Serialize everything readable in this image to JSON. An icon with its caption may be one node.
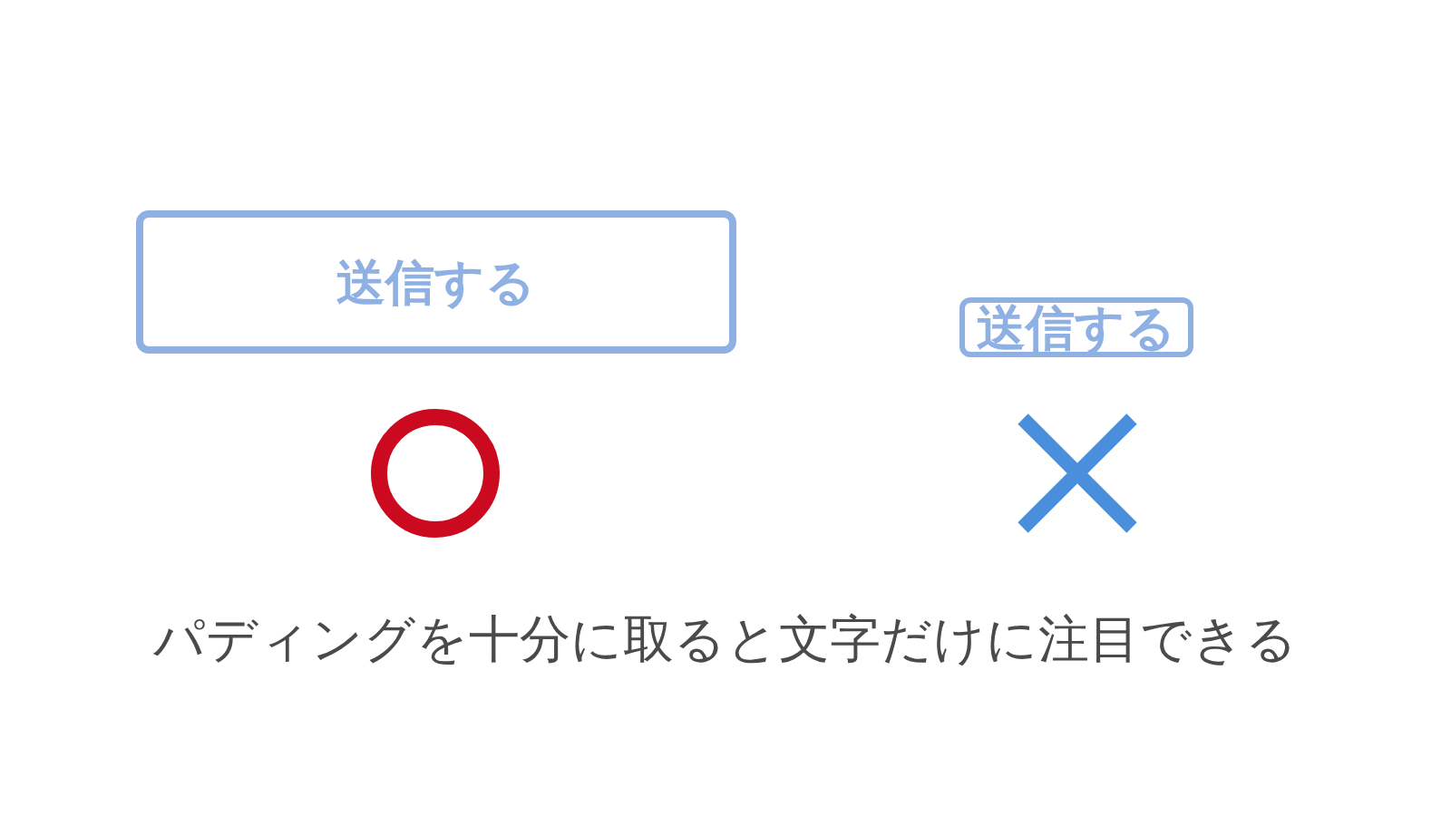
{
  "diagram": {
    "nodes": [
      {
        "text": [
          "送信する"
        ]
      },
      {
        "text": [
          "送信する"
        ]
      }
    ],
    "caption": "パディングを十分に取ると文字だけに注目できる"
  }
}
